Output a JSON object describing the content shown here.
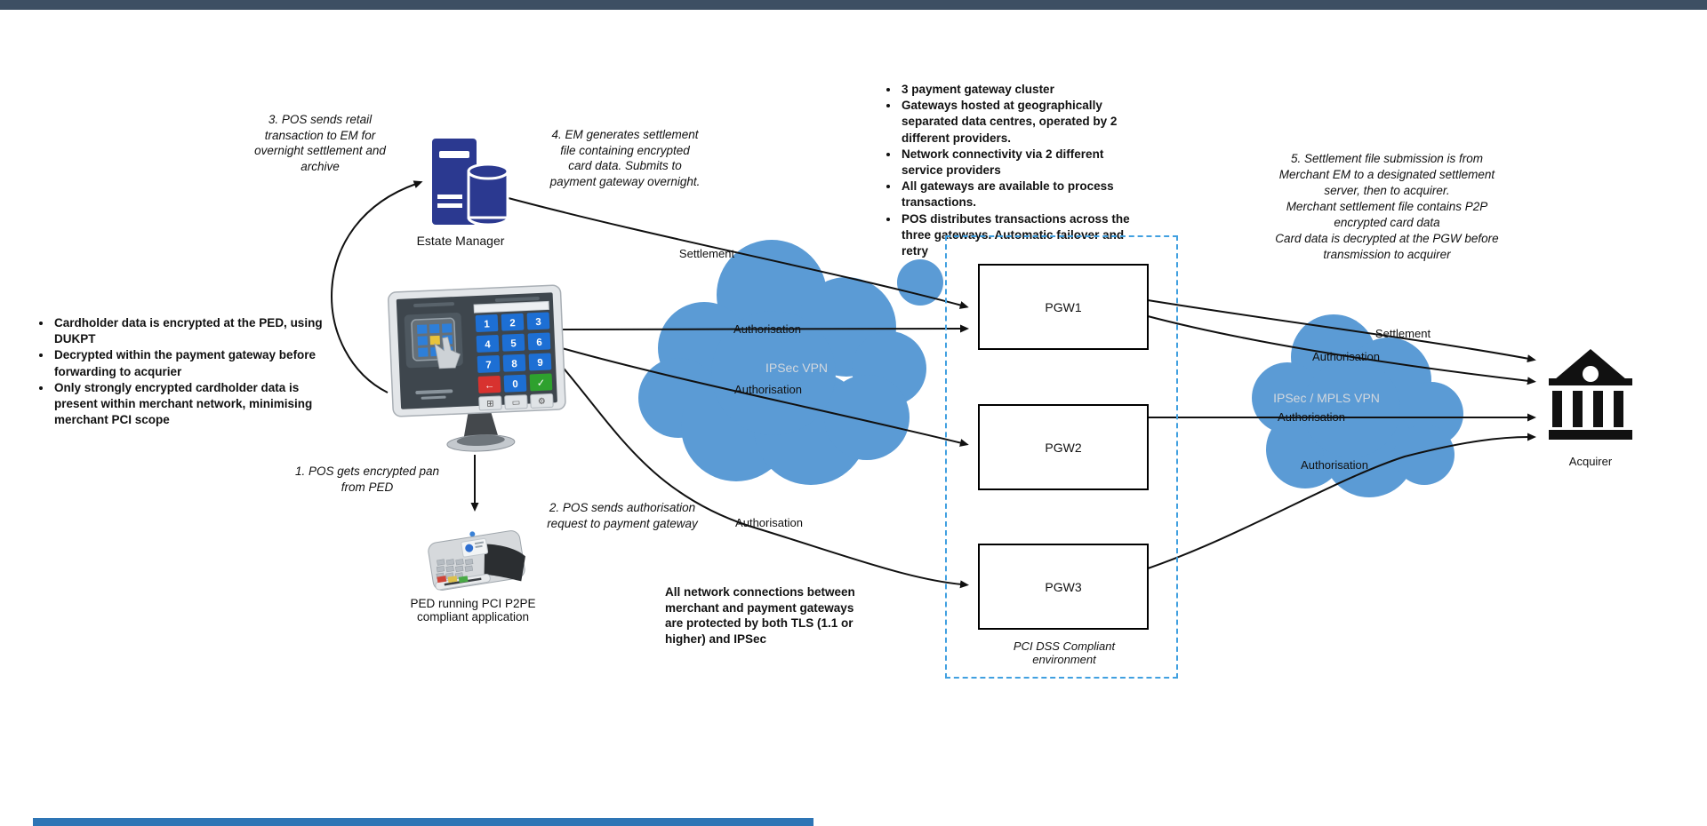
{
  "colors": {
    "topbar": "#3d4f63",
    "bottombar": "#2e75b5",
    "cloud": "#5b9bd5",
    "env_border": "#41a0e0",
    "server_icon": "#2b3990"
  },
  "notes": {
    "note1": "1. POS gets encrypted pan\nfrom PED",
    "note2": "2. POS sends authorisation\nrequest to payment gateway",
    "note3": "3. POS sends retail\ntransaction to EM for\novernight settlement and\narchive",
    "note4": "4. EM generates settlement\nfile containing encrypted\ncard data. Submits to\npayment gateway overnight.",
    "note5": "5. Settlement file submission is from\nMerchant EM to a  designated settlement\nserver, then to acquirer.\nMerchant settlement file contains P2P\nencrypted card data\nCard data is decrypted at the PGW before\ntransmission to acquirer",
    "tls_note": "All network connections between\nmerchant and payment gateways\nare protected by both TLS (1.1 or\nhigher) and IPSec"
  },
  "bullets_left": [
    "Cardholder data is encrypted at the PED, using DUKPT",
    "Decrypted within the payment gateway before forwarding to acqurier",
    "Only strongly encrypted cardholder data is present within merchant network, minimising merchant PCI scope"
  ],
  "bullets_top": [
    "3 payment gateway cluster",
    "Gateways hosted at  geographically separated data centres, operated by 2 different providers.",
    "Network connectivity via 2 different service providers",
    "All gateways are available to process transactions.",
    "POS distributes transactions across the three gateways. Automatic failover and retry"
  ],
  "nodes": {
    "estate_manager": "Estate Manager",
    "ped": "PED running PCI P2PE\ncompliant application",
    "pgw1": "PGW1",
    "pgw2": "PGW2",
    "pgw3": "PGW3",
    "pci_env": "PCI DSS Compliant\nenvironment",
    "acquirer": "Acquirer"
  },
  "clouds": {
    "left": "IPSec VPN",
    "right": "IPSec / MPLS VPN"
  },
  "edge_labels": {
    "settlement_left": "Settlement",
    "auth_left_1": "Authorisation",
    "auth_left_2": "Authorisation",
    "auth_left_3": "Authorisation",
    "settlement_right": "Settlement",
    "auth_right_1": "Authorisation",
    "auth_right_2": "Authorisation",
    "auth_right_3": "Authorisation"
  },
  "pos": {
    "keys": [
      "1",
      "2",
      "3",
      "4",
      "5",
      "6",
      "7",
      "8",
      "9",
      "0"
    ],
    "cancel_glyph": "←",
    "ok_glyph": "✓",
    "menu_glyphs": [
      "⊞",
      "▭",
      "⚙"
    ]
  }
}
